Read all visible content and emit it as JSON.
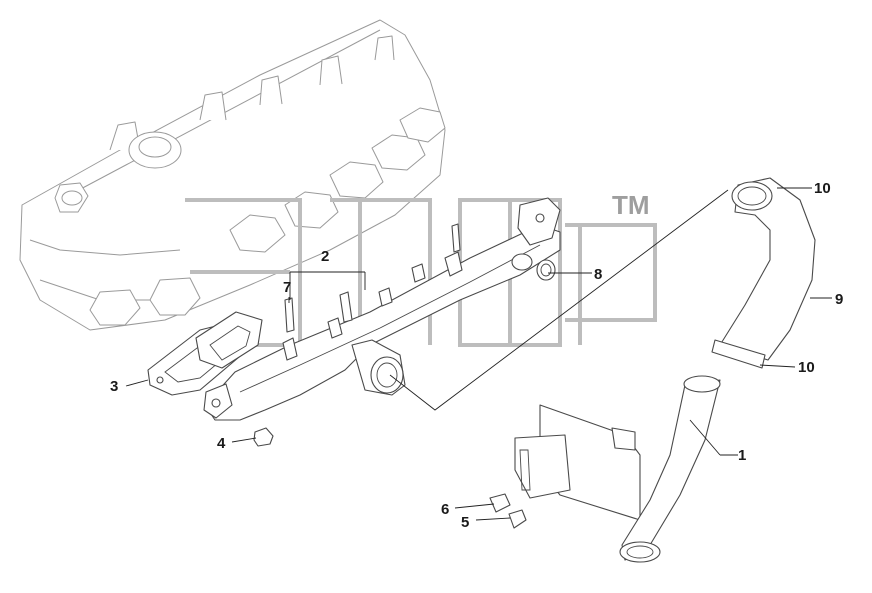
{
  "callouts": [
    {
      "id": "c1",
      "label": "1"
    },
    {
      "id": "c2",
      "label": "2"
    },
    {
      "id": "c3",
      "label": "3"
    },
    {
      "id": "c4",
      "label": "4"
    },
    {
      "id": "c5",
      "label": "5"
    },
    {
      "id": "c6",
      "label": "6"
    },
    {
      "id": "c7",
      "label": "7"
    },
    {
      "id": "c8",
      "label": "8"
    },
    {
      "id": "c9",
      "label": "9"
    },
    {
      "id": "c10a",
      "label": "10"
    },
    {
      "id": "c10b",
      "label": "10"
    }
  ],
  "watermark": {
    "trademark": "TM",
    "color": "#bdbdbd"
  }
}
